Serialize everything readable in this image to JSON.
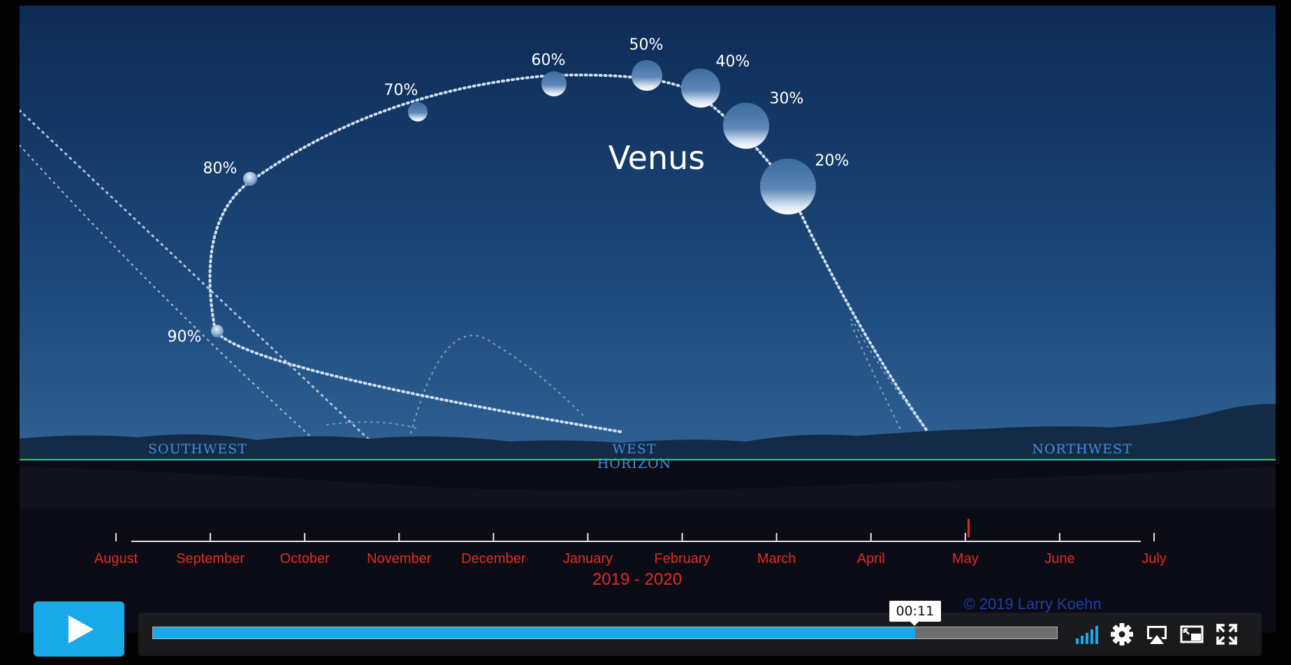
{
  "colors": {
    "accent": "#1aa9e8",
    "sky_top": "#0e2b55",
    "sky_bottom": "#2f5f92",
    "months": "#e32a20",
    "direction_labels": "#3f8fe0",
    "horizon_line": "#3bc63b"
  },
  "sky": {
    "planet_label": "Venus",
    "phases": [
      {
        "label": "90%"
      },
      {
        "label": "80%"
      },
      {
        "label": "70%"
      },
      {
        "label": "60%"
      },
      {
        "label": "50%"
      },
      {
        "label": "40%"
      },
      {
        "label": "30%"
      },
      {
        "label": "20%"
      }
    ]
  },
  "horizon": {
    "southwest": "SOUTHWEST",
    "west_line1": "WEST",
    "west_line2": "HORIZON",
    "northwest": "NORTHWEST"
  },
  "timeline": {
    "months": [
      "August",
      "September",
      "October",
      "November",
      "December",
      "January",
      "February",
      "March",
      "April",
      "May",
      "June",
      "July"
    ],
    "year_range": "2019 - 2020"
  },
  "copyright": "© 2019 Larry Koehn",
  "player": {
    "play_icon": "play-icon",
    "progress_fraction": 0.843,
    "time_tooltip": "00:11",
    "icons": [
      "volume-bars-icon",
      "gear-icon",
      "airplay-icon",
      "picture-in-picture-icon",
      "fullscreen-icon"
    ]
  }
}
